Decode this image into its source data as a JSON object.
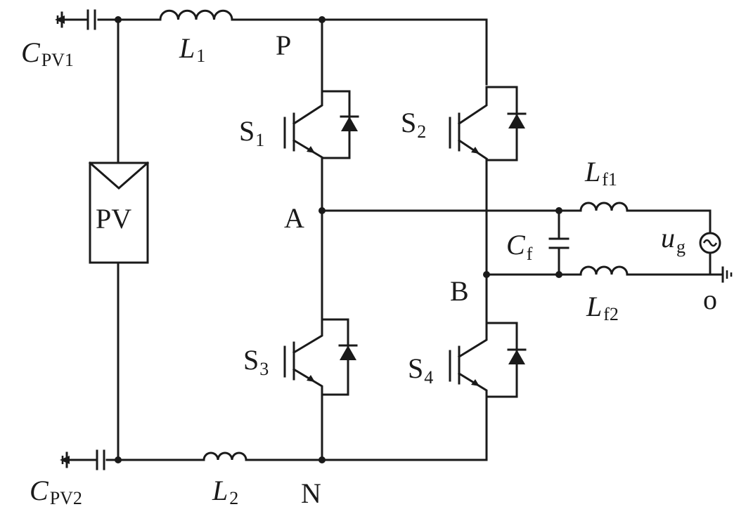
{
  "components": {
    "cpv1": {
      "main": "C",
      "sub": "PV1"
    },
    "cpv2": {
      "main": "C",
      "sub": "PV2"
    },
    "l1": {
      "main": "L",
      "sub": "1"
    },
    "l2": {
      "main": "L",
      "sub": "2"
    },
    "pv": {
      "label": "PV"
    },
    "s1": {
      "main": "S",
      "sub": "1"
    },
    "s2": {
      "main": "S",
      "sub": "2"
    },
    "s3": {
      "main": "S",
      "sub": "3"
    },
    "s4": {
      "main": "S",
      "sub": "4"
    },
    "lf1": {
      "main": "L",
      "sub": "f1"
    },
    "lf2": {
      "main": "L",
      "sub": "f2"
    },
    "cf": {
      "main": "C",
      "sub": "f"
    },
    "ug": {
      "main": "u",
      "sub": "g"
    }
  },
  "nodes": {
    "p": "P",
    "n": "N",
    "a": "A",
    "b": "B",
    "o": "o"
  },
  "icons": [
    "ac-source-icon",
    "ground-icon",
    "igbt-icon",
    "diode-icon",
    "capacitor-icon",
    "inductor-icon",
    "pv-panel-icon"
  ]
}
